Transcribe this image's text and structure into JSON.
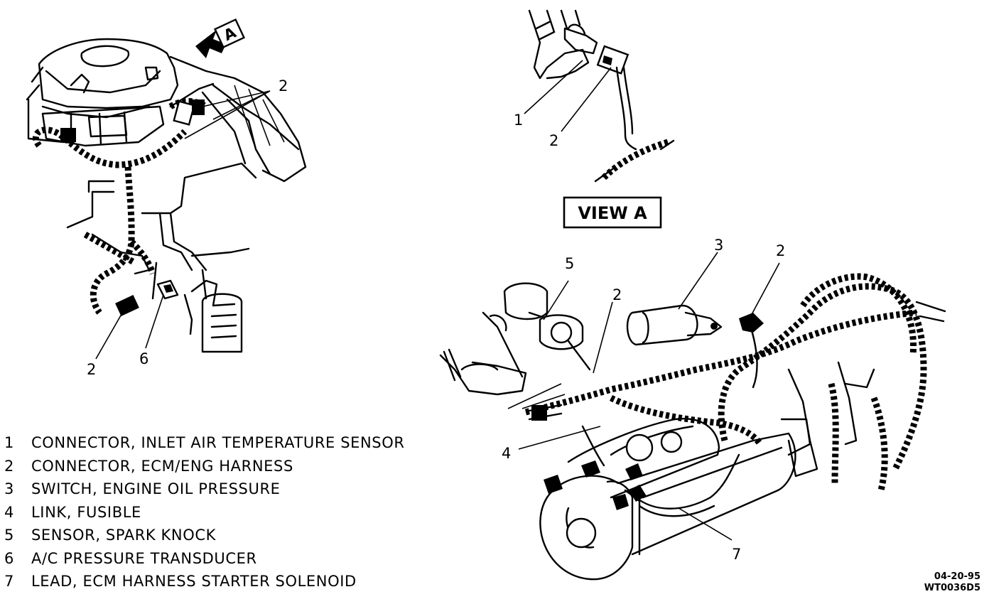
{
  "view_a_arrow_letter": "A",
  "view_a_label": "VIEW A",
  "callouts": {
    "left_top_2": "2",
    "left_bottom_2": "2",
    "left_bottom_6": "6",
    "view_a_1": "1",
    "view_a_2": "2",
    "right_5": "5",
    "right_2a": "2",
    "right_3": "3",
    "right_2b": "2",
    "right_4": "4",
    "right_7": "7"
  },
  "legend": [
    {
      "num": "1",
      "text": "CONNECTOR, INLET AIR TEMPERATURE SENSOR"
    },
    {
      "num": "2",
      "text": "CONNECTOR, ECM/ENG HARNESS"
    },
    {
      "num": "3",
      "text": "SWITCH, ENGINE OIL PRESSURE"
    },
    {
      "num": "4",
      "text": "LINK, FUSIBLE"
    },
    {
      "num": "5",
      "text": "SENSOR, SPARK KNOCK"
    },
    {
      "num": "6",
      "text": "A/C PRESSURE TRANSDUCER"
    },
    {
      "num": "7",
      "text": "LEAD, ECM HARNESS STARTER SOLENOID"
    }
  ],
  "stamp": {
    "date": "04-20-95",
    "code": "WT0036D5"
  }
}
